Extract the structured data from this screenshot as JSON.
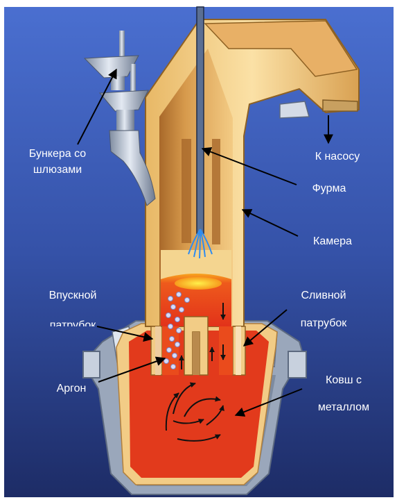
{
  "labels": {
    "hoppers_line1": "Бункера со",
    "hoppers_line2": "шлюзами",
    "to_pump": "К насосу",
    "lance": "Фурма",
    "chamber": "Камера",
    "inlet_line1": "Впускной",
    "inlet_line2": "патрубок",
    "drain_line1": "Сливной",
    "drain_line2": "патрубок",
    "argon": "Аргон",
    "ladle_line1": "Ковш с",
    "ladle_line2": "металлом"
  },
  "colors": {
    "background_top": "#3d5fc0",
    "background_bottom": "#1e2f6a",
    "refractory": "#f2cc86",
    "chamber_shadow": "#c7893e",
    "metal": "#e8381b",
    "metal_hot": "#f6a21b",
    "steel": "#b9c4d4",
    "argon_bubbles": "#d9dcf6",
    "label_text": "#ffffff",
    "arrow": "#000000"
  }
}
